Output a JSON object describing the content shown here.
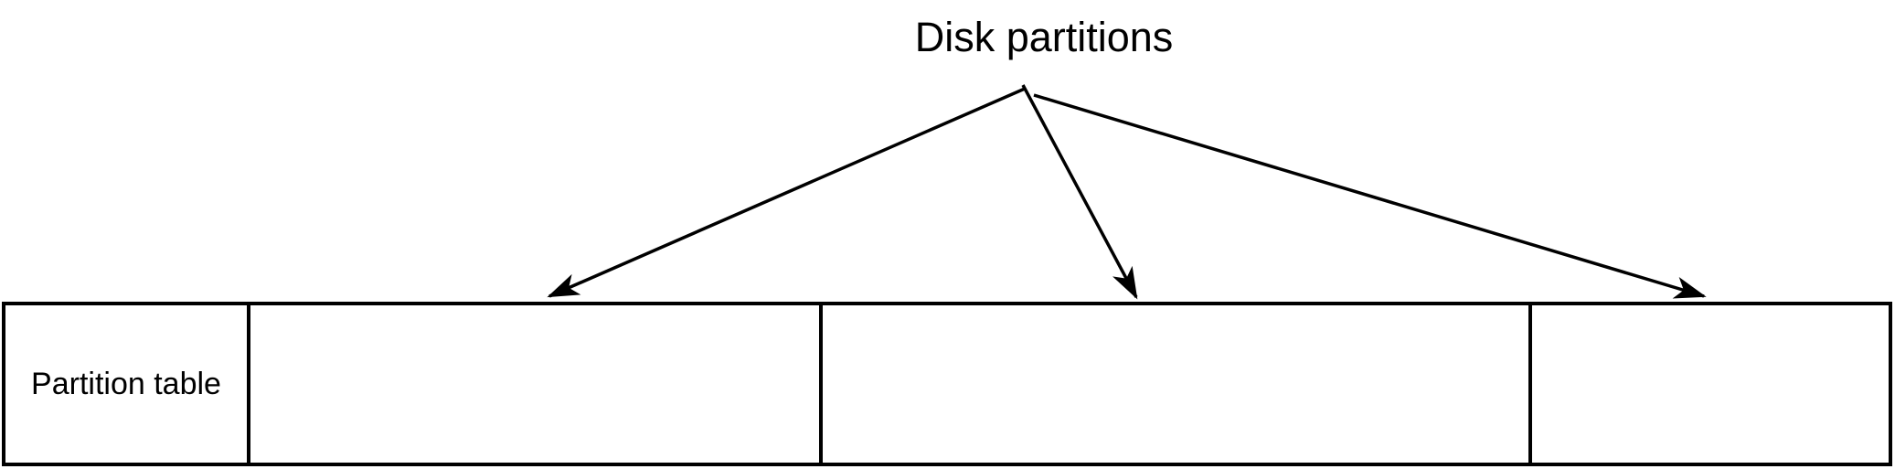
{
  "page": {
    "background_color": "#ffffff",
    "line_color": "#000000"
  },
  "title": {
    "text": "Disk partitions"
  },
  "disk_bar": {
    "cells": [
      {
        "id": "partition-table",
        "label": "Partition table"
      },
      {
        "id": "partition-1",
        "label": ""
      },
      {
        "id": "partition-2",
        "label": ""
      },
      {
        "id": "partition-3",
        "label": ""
      }
    ]
  },
  "connections": [
    {
      "from": "disk-partitions-title",
      "to": "partition-1",
      "style": "arrow"
    },
    {
      "from": "disk-partitions-title",
      "to": "partition-2",
      "style": "arrow"
    },
    {
      "from": "disk-partitions-title",
      "to": "partition-3",
      "style": "arrow"
    }
  ]
}
